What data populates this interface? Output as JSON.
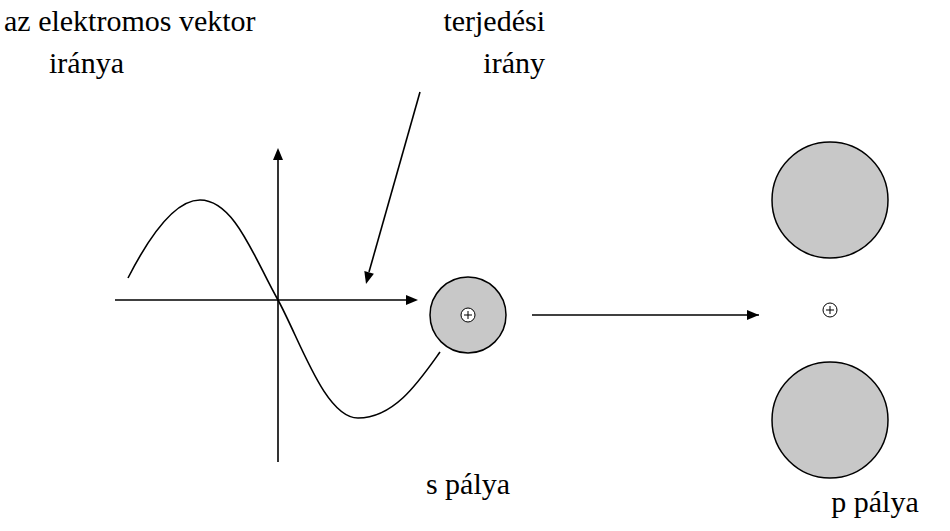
{
  "diagram": {
    "nodes": [
      {
        "text": [
          "s pálya"
        ]
      },
      {
        "text": [
          "p pálya"
        ]
      }
    ],
    "edges": [
      {
        "from": 0,
        "to": 1,
        "arrow": "to"
      }
    ],
    "labels": [
      "az elektromos vektor iránya",
      "terjedési irány"
    ]
  }
}
